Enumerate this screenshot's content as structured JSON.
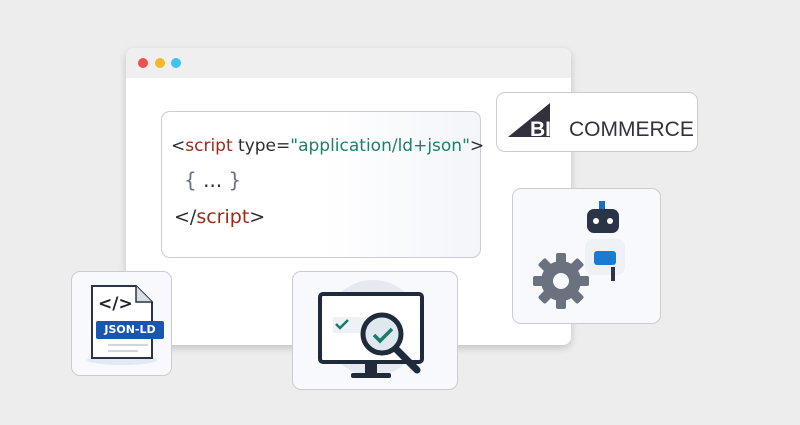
{
  "window": {
    "dots": [
      "#f0524a",
      "#f6b72d",
      "#3fc4ef"
    ]
  },
  "code": {
    "open_lt": "<",
    "tag": "script",
    "attr": " type=",
    "value": "\"application/ld+json\"",
    "open_gt": ">",
    "body_open": "{",
    "body_dots": "...",
    "body_close": "}",
    "close_lt": "</",
    "close_tag": "script",
    "close_gt": ">"
  },
  "logo": {
    "big": "BIG",
    "commerce": "COMMERCE"
  },
  "file": {
    "code_symbol": "</>",
    "badge": "JSON-LD"
  }
}
